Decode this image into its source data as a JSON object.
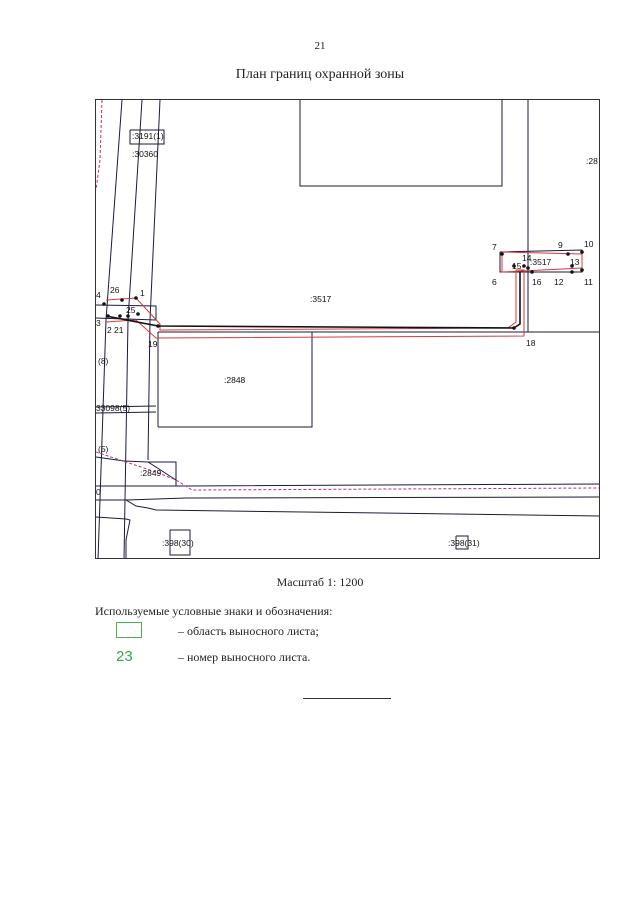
{
  "page": {
    "number": "21",
    "title": "План границ охранной зоны"
  },
  "map": {
    "colors": {
      "parcel_line": "#1a1a3a",
      "zone_line": "#d33b3b",
      "dashed_boundary": "#c0307a",
      "point_fill": "#111111"
    },
    "parcel_labels": {
      "p3191": ":3191(1)",
      "p30360": ":30360",
      "p28": ":28",
      "p3517_main": ":3517",
      "p3517_small": ":3517",
      "p2848": ":2848",
      "p33098": "33098(5)",
      "p8": "(8)",
      "p5": "(5)",
      "p2849": ":2849",
      "p0": "0",
      "p398_30": ":398(30)",
      "p398_31": ":398(31)"
    },
    "point_labels": {
      "n1": "1",
      "n2": "2",
      "n3": "3",
      "n4": "4",
      "n6": "6",
      "n7": "7",
      "n9": "9",
      "n10": "10",
      "n11": "11",
      "n12": "12",
      "n13": "13",
      "n14": "14",
      "n15": "15",
      "n16": "16",
      "n18": "18",
      "n19": "19",
      "n21": "21",
      "n25": "25",
      "n26": "26"
    }
  },
  "scale_text": "Масштаб 1: 1200",
  "legend": {
    "title": "Используемые условные знаки и обозначения:",
    "swatch_color": "#4caf50",
    "items": [
      {
        "text": "– область выносного листа;"
      },
      {
        "symbol": "23",
        "text": "– номер выносного листа."
      }
    ]
  }
}
